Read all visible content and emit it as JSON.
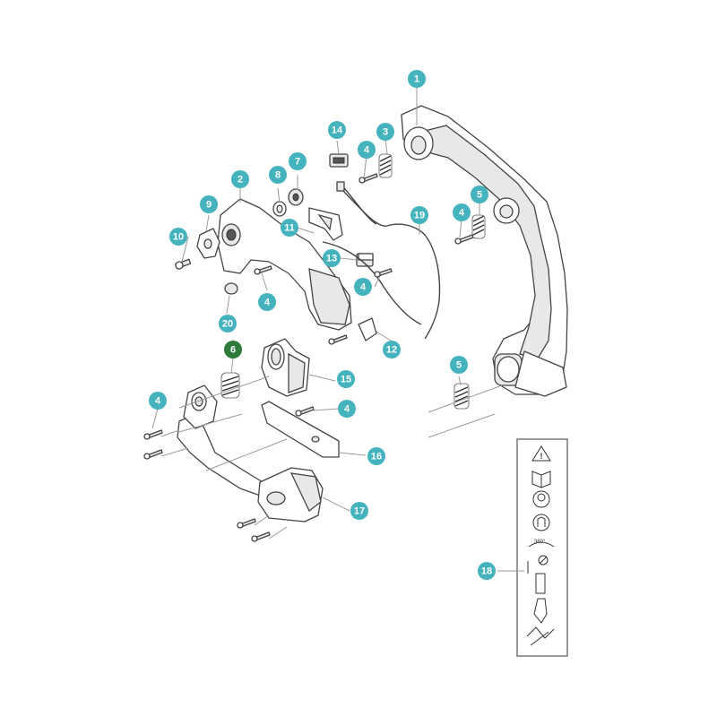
{
  "colors": {
    "callout": "#45b3bd",
    "callout_highlight": "#2e7a3a",
    "callout_text": "#ffffff",
    "outline": "#444444"
  },
  "callouts": [
    {
      "id": "c1",
      "label": "1"
    },
    {
      "id": "c2",
      "label": "2"
    },
    {
      "id": "c3",
      "label": "3"
    },
    {
      "id": "c4a",
      "label": "4"
    },
    {
      "id": "c4b",
      "label": "4"
    },
    {
      "id": "c4c",
      "label": "4"
    },
    {
      "id": "c4d",
      "label": "4"
    },
    {
      "id": "c4e",
      "label": "4"
    },
    {
      "id": "c4f",
      "label": "4"
    },
    {
      "id": "c5a",
      "label": "5"
    },
    {
      "id": "c5b",
      "label": "5"
    },
    {
      "id": "c6",
      "label": "6",
      "highlighted": true
    },
    {
      "id": "c7",
      "label": "7"
    },
    {
      "id": "c8",
      "label": "8"
    },
    {
      "id": "c9",
      "label": "9"
    },
    {
      "id": "c10",
      "label": "10"
    },
    {
      "id": "c11",
      "label": "11"
    },
    {
      "id": "c12",
      "label": "12"
    },
    {
      "id": "c13",
      "label": "13"
    },
    {
      "id": "c14",
      "label": "14"
    },
    {
      "id": "c15",
      "label": "15"
    },
    {
      "id": "c16",
      "label": "16"
    },
    {
      "id": "c17",
      "label": "17"
    },
    {
      "id": "c18",
      "label": "18"
    },
    {
      "id": "c19",
      "label": "19"
    },
    {
      "id": "c20",
      "label": "20"
    }
  ],
  "decal": {
    "rotation_text": "360°"
  }
}
